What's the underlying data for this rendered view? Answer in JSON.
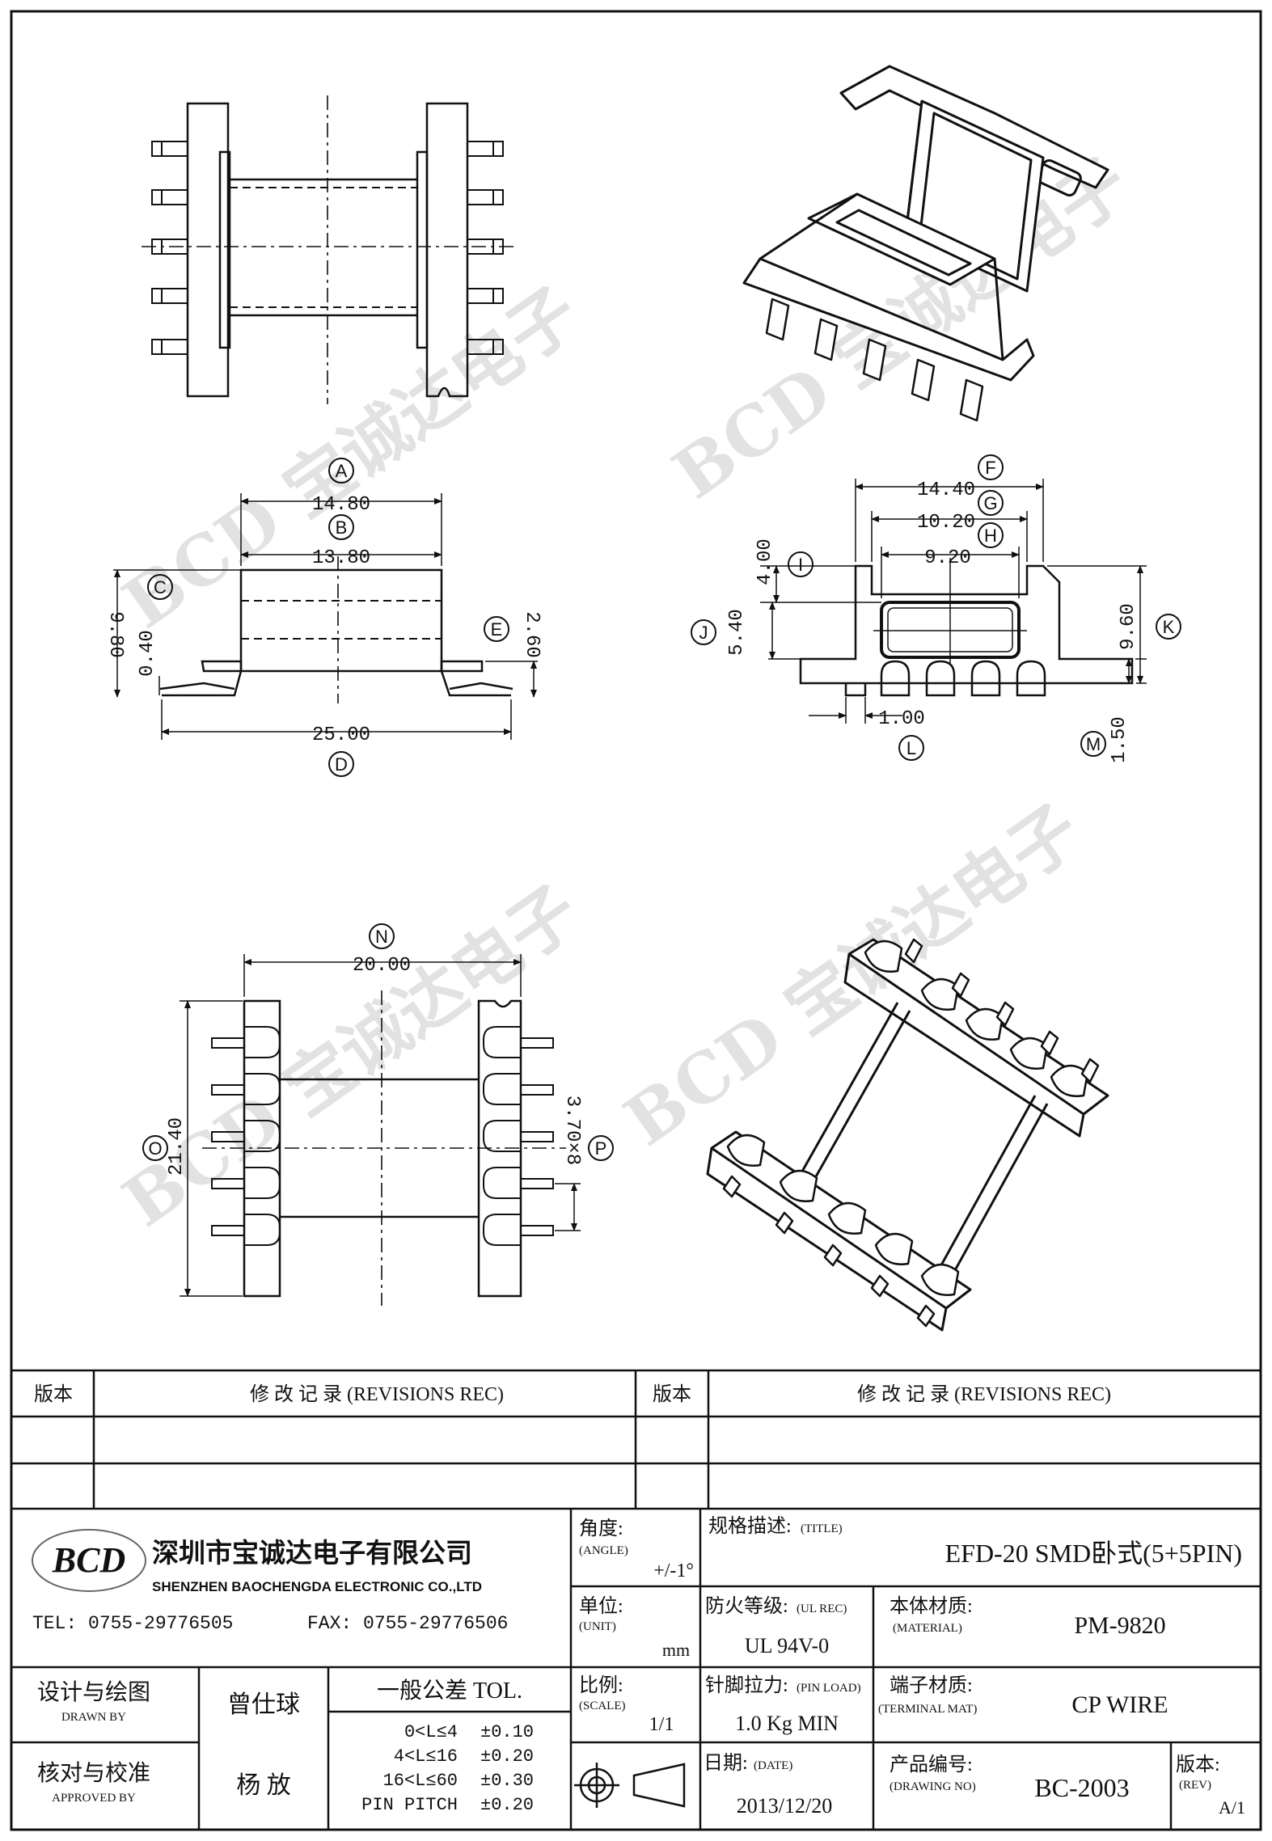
{
  "watermark": {
    "text": "BCD 宝诚达电子"
  },
  "dimensions": {
    "A": {
      "tag": "A",
      "value": "14.80"
    },
    "B": {
      "tag": "B",
      "value": "13.80"
    },
    "C": {
      "tag": "C",
      "value": "9.80"
    },
    "C2": {
      "value": "0.40"
    },
    "D": {
      "tag": "D",
      "value": "25.00"
    },
    "E": {
      "tag": "E",
      "value": "2.60"
    },
    "F": {
      "tag": "F",
      "value": "14.40"
    },
    "G": {
      "tag": "G",
      "value": "10.20"
    },
    "H": {
      "tag": "H",
      "value": "9.20"
    },
    "I": {
      "tag": "I",
      "value": "4.00"
    },
    "J": {
      "tag": "J",
      "value": "5.40"
    },
    "K": {
      "tag": "K",
      "value": "9.60"
    },
    "L": {
      "tag": "L",
      "value": "1.00"
    },
    "M": {
      "tag": "M",
      "value": "1.50"
    },
    "N": {
      "tag": "N",
      "value": "20.00"
    },
    "O": {
      "tag": "O",
      "value": "21.40"
    },
    "P": {
      "tag": "P",
      "value": "3.70×8"
    }
  },
  "revisions": {
    "ver_label": "版本",
    "rec_label": "修 改 记 录 (REVISIONS REC)"
  },
  "company": {
    "logo": "BCD",
    "name_cn": "深圳市宝诚达电子有限公司",
    "name_en": "SHENZHEN BAOCHENGDA ELECTRONIC CO.,LTD",
    "tel": "TEL: 0755-29776505",
    "fax": "FAX: 0755-29776506"
  },
  "title_block": {
    "angle_label": "角度:",
    "angle_en": "(ANGLE)",
    "angle_value": "+/-1°",
    "title_label": "规格描述:",
    "title_en": "(TITLE)",
    "title_value": "EFD-20 SMD卧式(5+5PIN)",
    "unit_label": "单位:",
    "unit_en": "(UNIT)",
    "unit_value": "mm",
    "ul_label": "防火等级:",
    "ul_en": "(UL REC)",
    "ul_value": "UL 94V-0",
    "material_label": "本体材质:",
    "material_en": "(MATERIAL)",
    "material_value": "PM-9820",
    "scale_label": "比例:",
    "scale_en": "(SCALE)",
    "scale_value": "1/1",
    "pinload_label": "针脚拉力:",
    "pinload_en": "(PIN LOAD)",
    "pinload_value": "1.0 Kg MIN",
    "terminal_label": "端子材质:",
    "terminal_en": "(TERMINAL MAT)",
    "terminal_value": "CP WIRE",
    "date_label": "日期:",
    "date_en": "(DATE)",
    "date_value": "2013/12/20",
    "drawing_label": "产品编号:",
    "drawing_en": "(DRAWING NO)",
    "drawing_value": "BC-2003",
    "rev_label": "版本:",
    "rev_en": "(REV)",
    "rev_value": "A/1",
    "drawn_label": "设计与绘图",
    "drawn_en": "DRAWN BY",
    "drawn_value": "曾仕球",
    "approved_label": "核对与校准",
    "approved_en": "APPROVED BY",
    "approved_value": "杨 放",
    "tol_title": "一般公差 TOL.",
    "tol_rows": [
      {
        "range": "0<L≤4",
        "value": "±0.10"
      },
      {
        "range": "4<L≤16",
        "value": "±0.20"
      },
      {
        "range": "16<L≤60",
        "value": "±0.30"
      },
      {
        "range": "PIN PITCH",
        "value": "±0.20"
      }
    ]
  }
}
